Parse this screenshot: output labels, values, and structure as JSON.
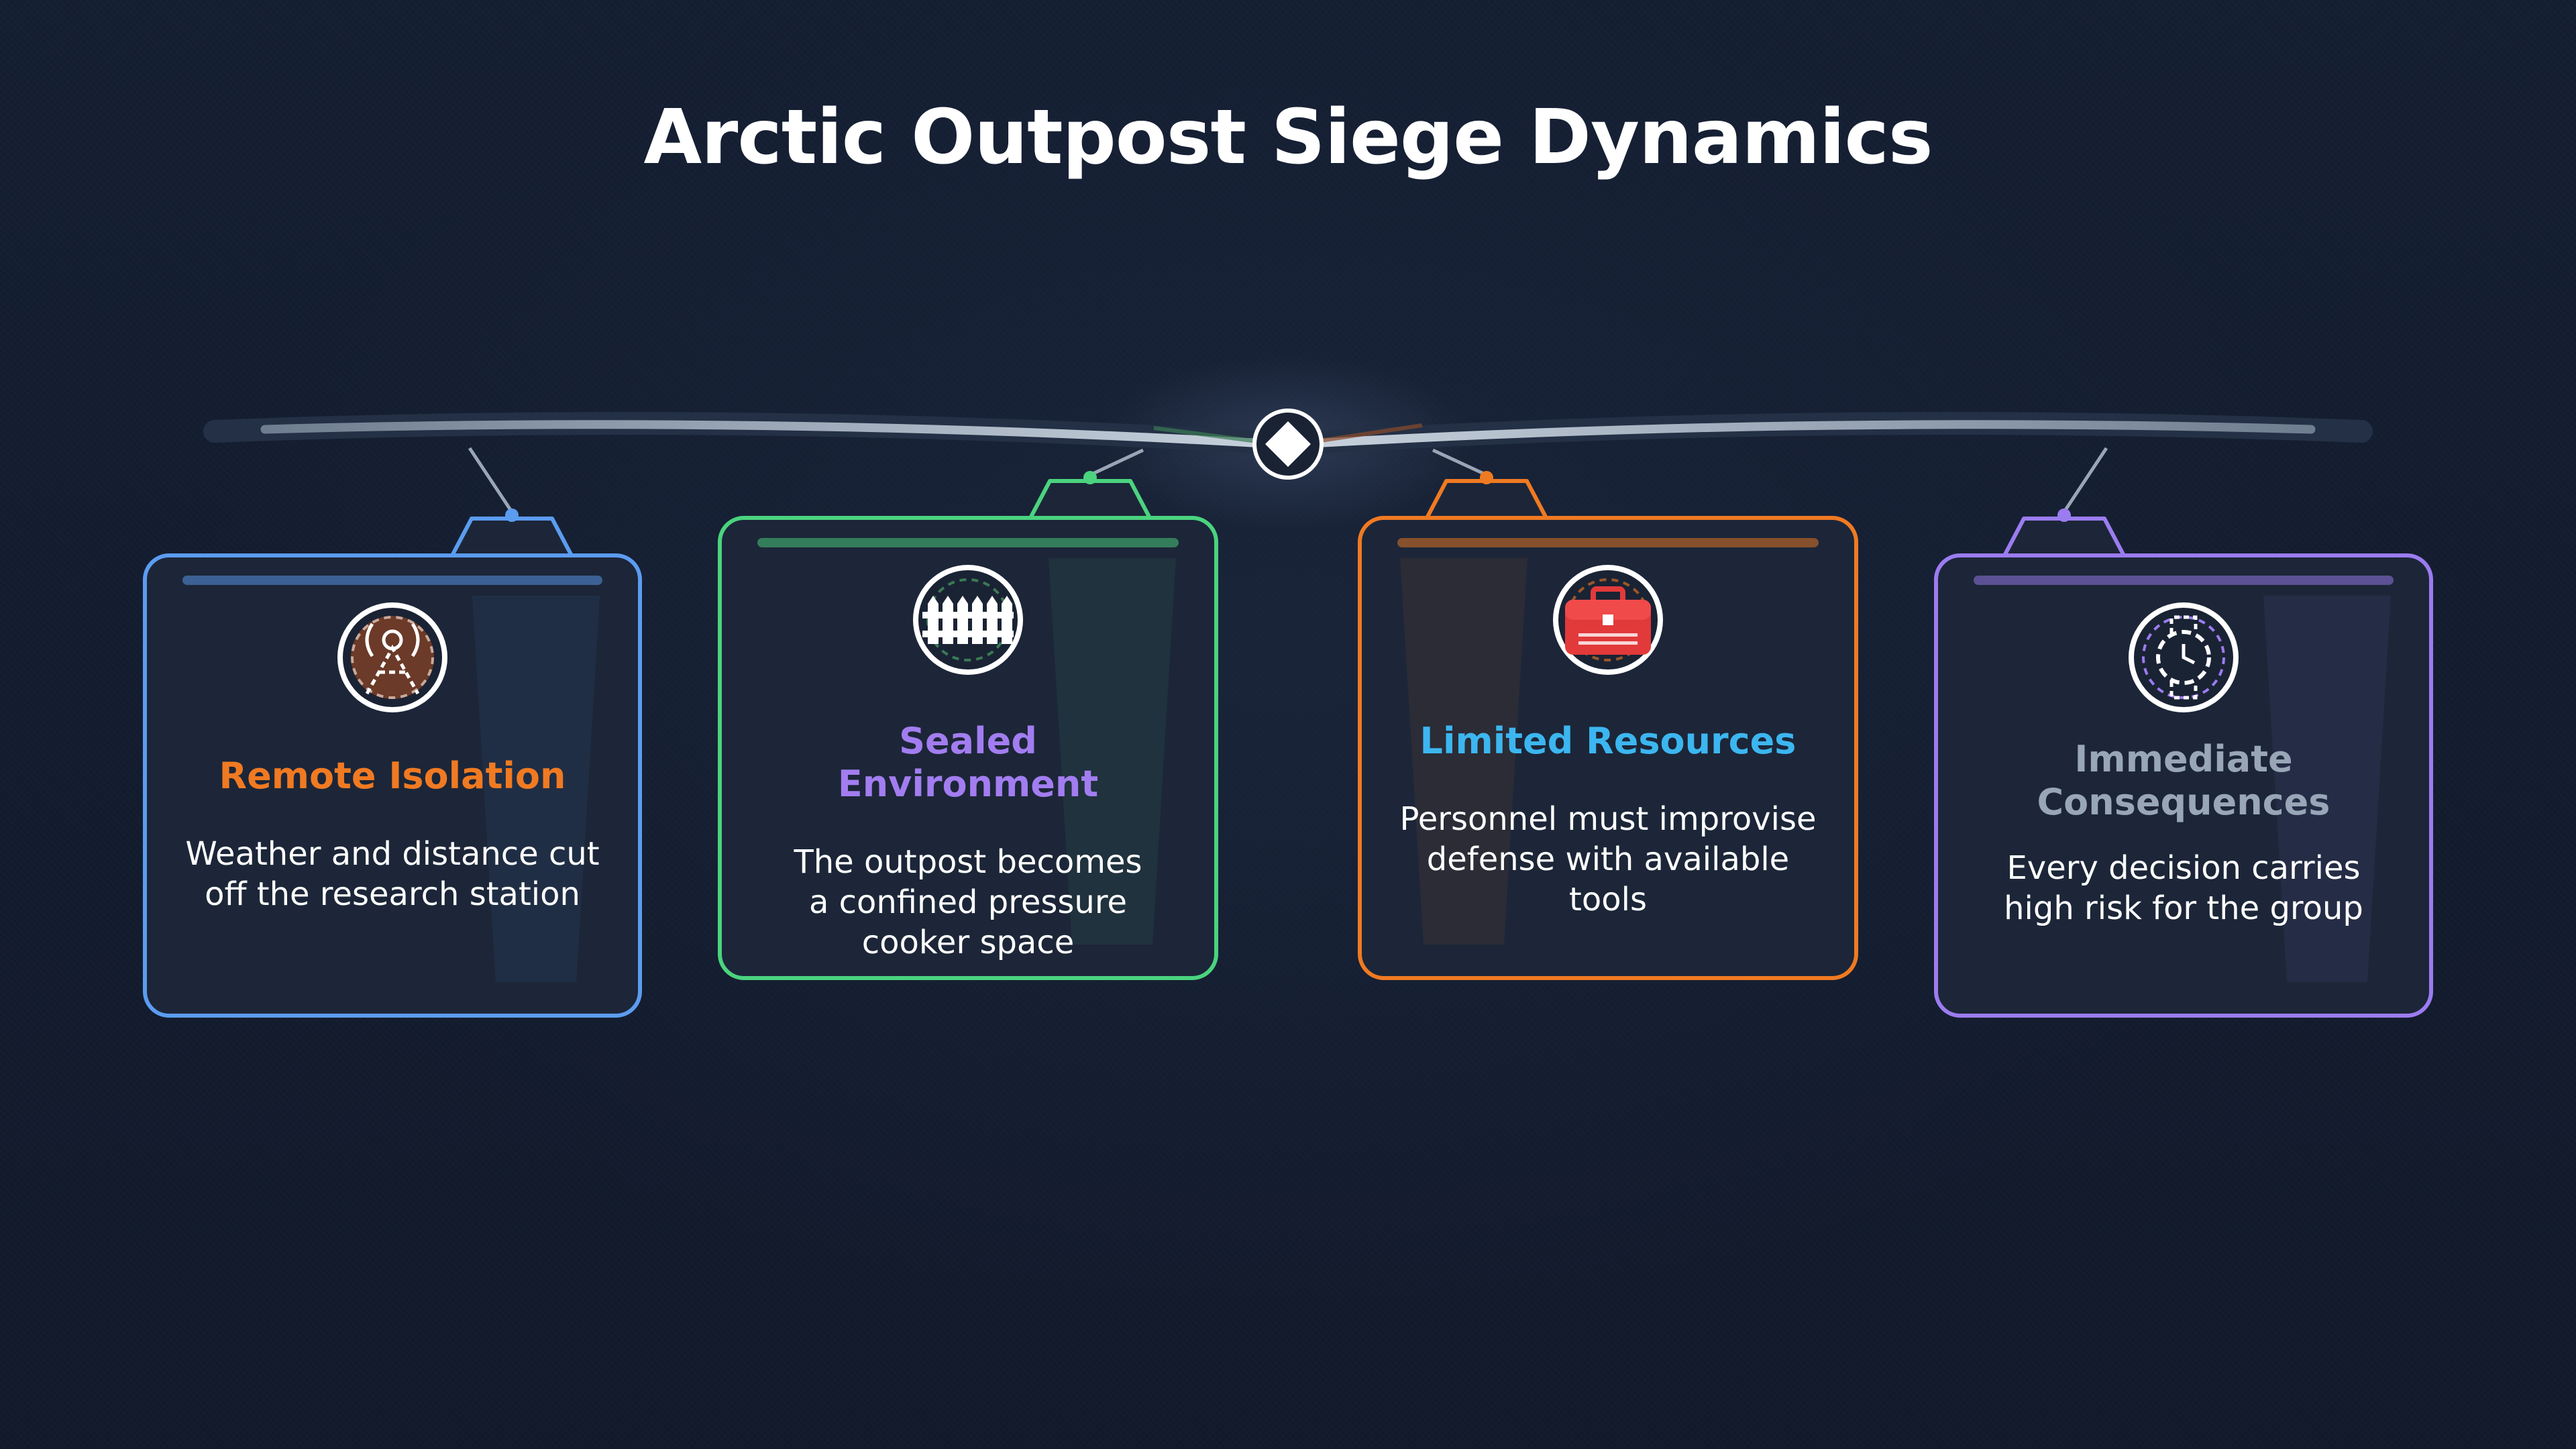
{
  "title": "Arctic Outpost Siege Dynamics",
  "colors": {
    "background": "#141d2f",
    "card_fill": "#1c2638",
    "beam": "#8e9db0"
  },
  "cards": [
    {
      "heading": "Remote Isolation",
      "body": "Weather and distance cut off the research station",
      "accent": "#5b9cf0",
      "heading_color": "#f07a22",
      "icon": "radio-tower-icon"
    },
    {
      "heading": "Sealed Environment",
      "body": "The outpost becomes a confined pressure cooker space",
      "accent": "#4bd37f",
      "heading_color": "#a27df0",
      "icon": "fence-icon"
    },
    {
      "heading": "Limited Resources",
      "body": "Personnel must improvise defense with available tools",
      "accent": "#f07a22",
      "heading_color": "#3cb6f0",
      "icon": "toolbox-icon"
    },
    {
      "heading": "Immediate Consequences",
      "body": "Every decision carries high risk for the group",
      "accent": "#9b7cf0",
      "heading_color": "#98a6b8",
      "icon": "watch-icon"
    }
  ]
}
